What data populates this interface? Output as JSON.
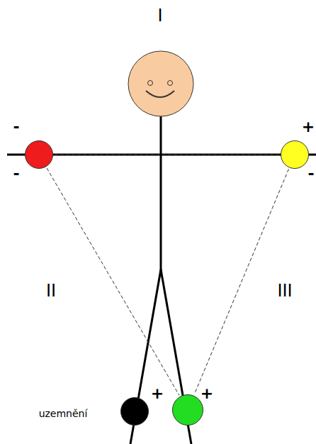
{
  "diagram": {
    "nodes": [
      {
        "text": [
          "-",
          "-"
        ]
      },
      {
        "text": [
          "+",
          "-"
        ]
      },
      {
        "text": [
          "+",
          "+"
        ]
      },
      {
        "text": [
          "uzemnění"
        ]
      }
    ],
    "edges": [
      {
        "from": 0,
        "to": 1,
        "arrow": "none"
      },
      {
        "from": 0,
        "to": 2,
        "arrow": "none"
      },
      {
        "from": 1,
        "to": 2,
        "arrow": "none"
      }
    ],
    "labels": [
      "I",
      "II",
      "III"
    ]
  }
}
